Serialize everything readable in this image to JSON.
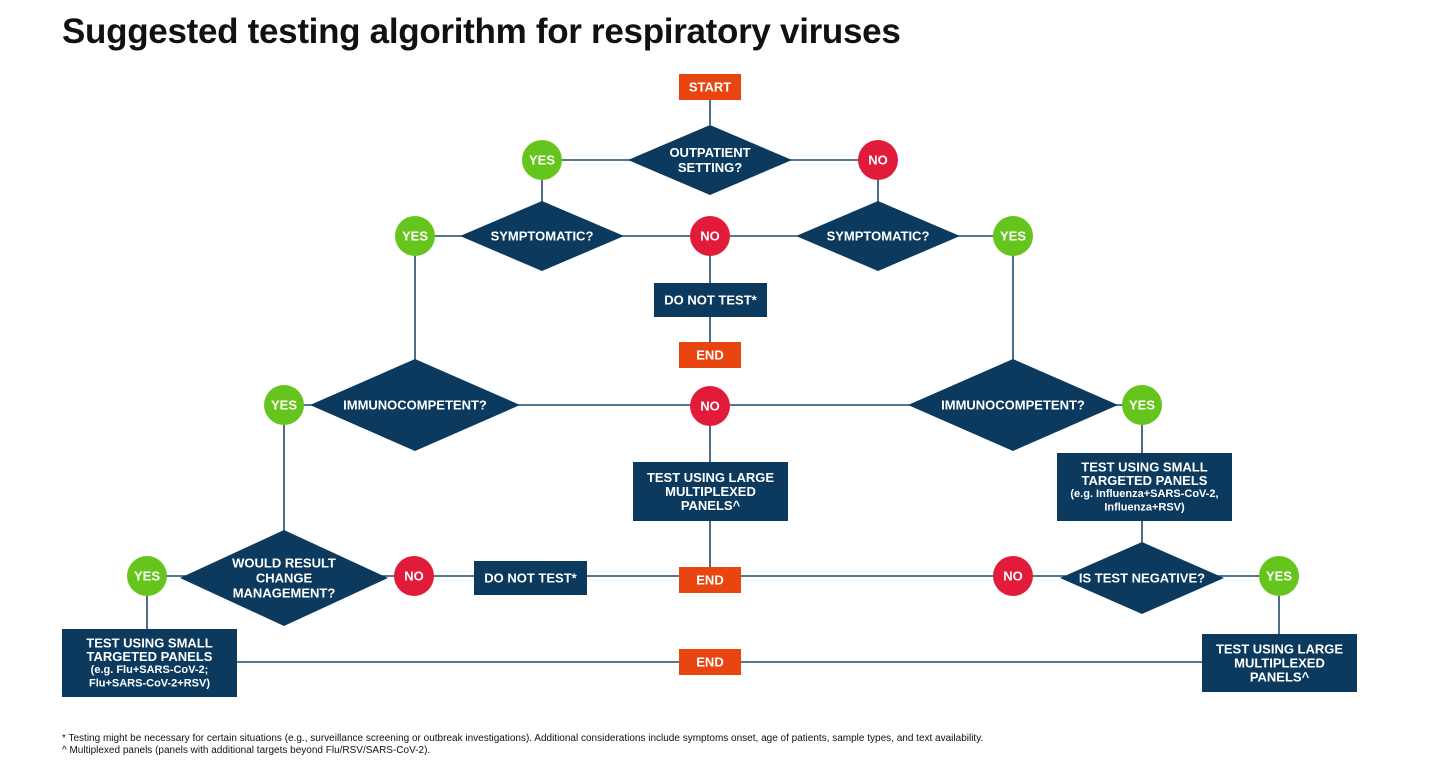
{
  "title": "Suggested testing algorithm for respiratory viruses",
  "colors": {
    "navy": "#0c3a5e",
    "orange": "#e84511",
    "green": "#66c51c",
    "red": "#e21b3b",
    "line": "#1d4a6e",
    "white": "#ffffff"
  },
  "nodes": {
    "start": "START",
    "outpatient": [
      "OUTPATIENT",
      "SETTING?"
    ],
    "yes_1": "YES",
    "no_1": "NO",
    "symptomatic_left": "SYMPTOMATIC?",
    "symptomatic_right": "SYMPTOMATIC?",
    "yes_2l": "YES",
    "no_2m": "NO",
    "yes_2r": "YES",
    "do_not_test_1": "DO NOT TEST*",
    "end_1": "END",
    "immuno_left": "IMMUNOCOMPETENT?",
    "immuno_right": "IMMUNOCOMPETENT?",
    "yes_3l": "YES",
    "no_3m": "NO",
    "yes_3r": "YES",
    "test_large_1": [
      "TEST USING LARGE",
      "MULTIPLEXED",
      "PANELS^"
    ],
    "test_small_right": [
      "TEST USING SMALL",
      "TARGETED PANELS",
      "(e.g. Influenza+SARS-CoV-2,",
      "Influenza+RSV)"
    ],
    "would_result": [
      "WOULD RESULT",
      "CHANGE",
      "MANAGEMENT?"
    ],
    "yes_4l": "YES",
    "no_4l": "NO",
    "do_not_test_2": "DO NOT TEST*",
    "end_2": "END",
    "no_4r": "NO",
    "is_test_negative": "IS TEST NEGATIVE?",
    "yes_4r": "YES",
    "test_small_left": [
      "TEST USING SMALL",
      "TARGETED PANELS",
      "(e.g. Flu+SARS-CoV-2;",
      "Flu+SARS-CoV-2+RSV)"
    ],
    "end_3": "END",
    "test_large_2": [
      "TEST USING LARGE",
      "MULTIPLEXED",
      "PANELS^"
    ]
  },
  "footnotes": [
    "* Testing might be necessary for certain situations (e.g., surveillance screening or outbreak investigations). Additional considerations include symptoms onset, age of patients, sample types, and text availability.",
    "^ Multiplexed panels (panels with additional targets beyond Flu/RSV/SARS-CoV-2)."
  ]
}
